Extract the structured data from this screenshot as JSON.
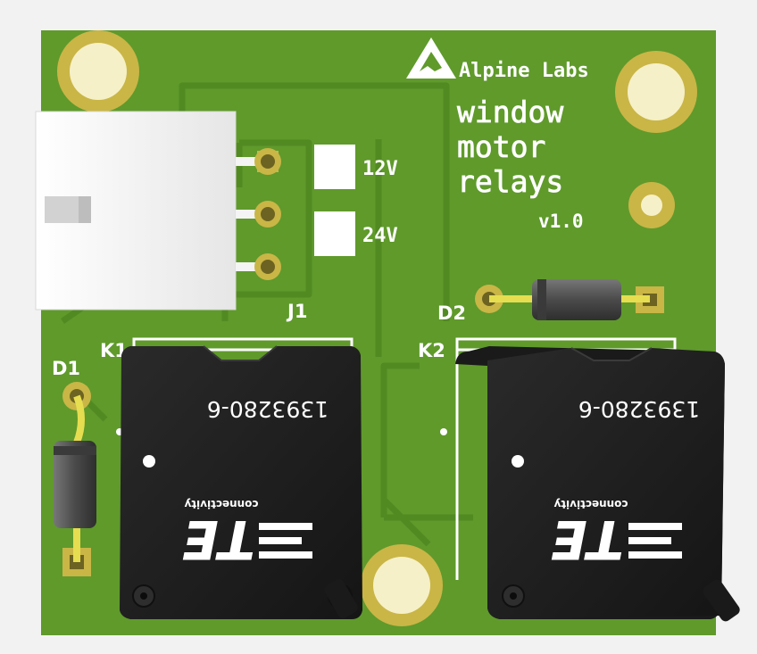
{
  "colors": {
    "background": "#f2f2f2",
    "board": "#5f9a2b",
    "trace": "#528a22",
    "silkscreen": "#ffffff",
    "gold": "#c9b646",
    "relay_body": "#1f1f1f"
  },
  "branding": {
    "logo_icon": "mountain-logo-icon",
    "company": "Alpine Labs",
    "title_lines": [
      "window",
      "motor",
      "relays"
    ],
    "version": "v1.0"
  },
  "designators": {
    "connector": "J1",
    "relay_left": "K1",
    "relay_right": "K2",
    "diode_left": "D1",
    "diode_right": "D2"
  },
  "jumpers": {
    "option_a": "12V",
    "option_b": "24V"
  },
  "relays": [
    {
      "id": "K1",
      "part_number": "1393280-6",
      "brand_text": "TE",
      "brand_subtext": "connectivity"
    },
    {
      "id": "K2",
      "part_number": "1393280-6",
      "brand_text": "TE",
      "brand_subtext": "connectivity"
    }
  ]
}
